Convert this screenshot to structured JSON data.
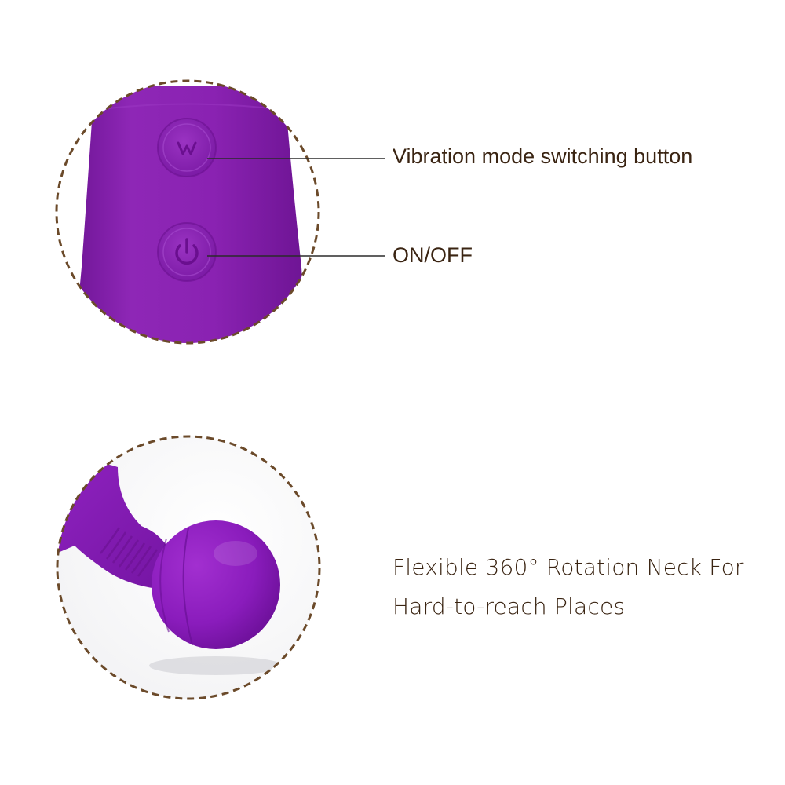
{
  "callouts": {
    "mode_button_label": "Vibration mode switching button",
    "power_button_label": "ON/OFF"
  },
  "feature": {
    "line1": "Flexible 360°  Rotation Neck For",
    "line2": "Hard-to-reach Places"
  },
  "icons": {
    "mode_button_icon": "wave-icon",
    "power_button_icon": "power-icon"
  },
  "colors": {
    "product_purple": "#8a1fb0",
    "dashed_border": "#6b4a2a",
    "text": "#3a2412"
  }
}
